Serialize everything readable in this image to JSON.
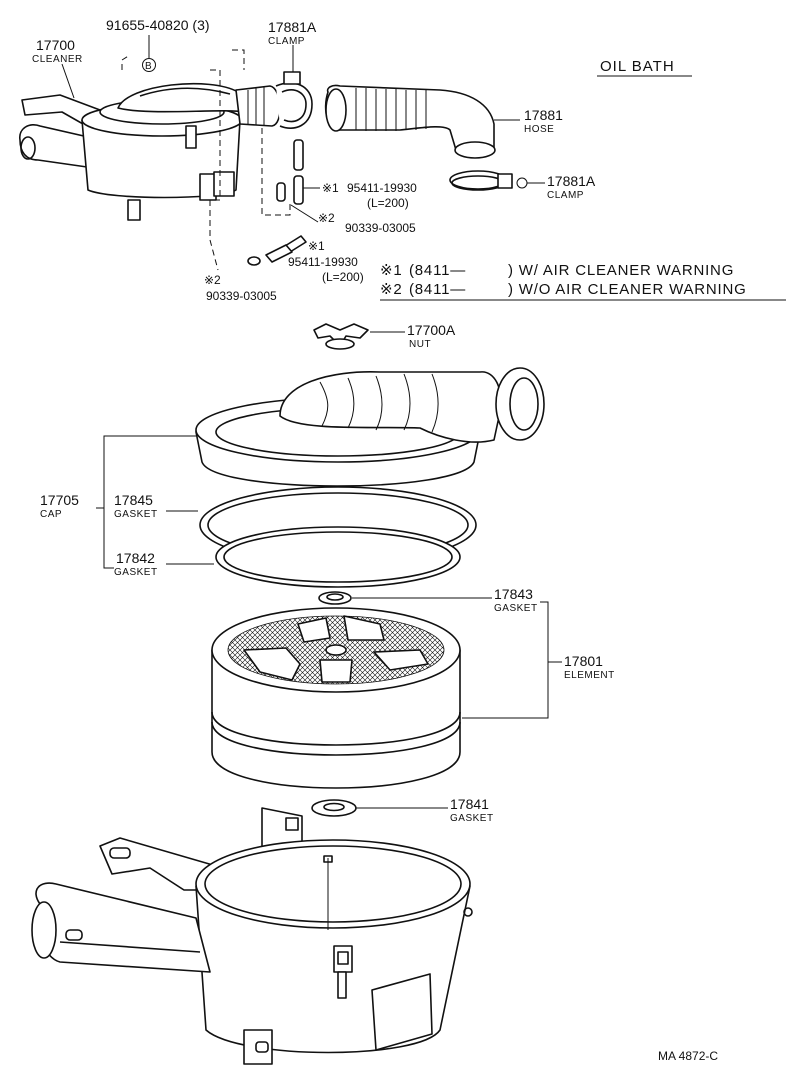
{
  "heading": "OIL BATH",
  "footer_code": "MA 4872-C",
  "notes": [
    {
      "mark": "※1",
      "code": "(8411—",
      "text": ") W/ AIR CLEANER WARNING"
    },
    {
      "mark": "※2",
      "code": "(8411—",
      "text": ") W/O AIR CLEANER WARNING"
    }
  ],
  "labels": {
    "c17700": {
      "number": "17700",
      "name": "CLEANER"
    },
    "c91655": {
      "number": "91655-40820 (3)"
    },
    "c17881a_top": {
      "number": "17881A",
      "name": "CLAMP"
    },
    "c17881": {
      "number": "17881",
      "name": "HOSE"
    },
    "c17881a_right": {
      "number": "17881A",
      "name": "CLAMP"
    },
    "c95411_a": {
      "mark": "※1",
      "number": "95411-19930",
      "note": "(L=200)"
    },
    "c90339_a": {
      "mark": "※2",
      "number": "90339-03005"
    },
    "c95411_b": {
      "mark": "※1",
      "number": "95411-19930",
      "note": "(L=200)"
    },
    "c90339_b": {
      "mark": "※2",
      "number": "90339-03005"
    },
    "c17700a": {
      "number": "17700A",
      "name": "NUT"
    },
    "c17705": {
      "number": "17705",
      "name": "CAP"
    },
    "c17845": {
      "number": "17845",
      "name": "GASKET"
    },
    "c17842": {
      "number": "17842",
      "name": "GASKET"
    },
    "c17843": {
      "number": "17843",
      "name": "GASKET"
    },
    "c17801": {
      "number": "17801",
      "name": "ELEMENT"
    },
    "c17841": {
      "number": "17841",
      "name": "GASKET"
    }
  },
  "bolt_symbol": "B"
}
